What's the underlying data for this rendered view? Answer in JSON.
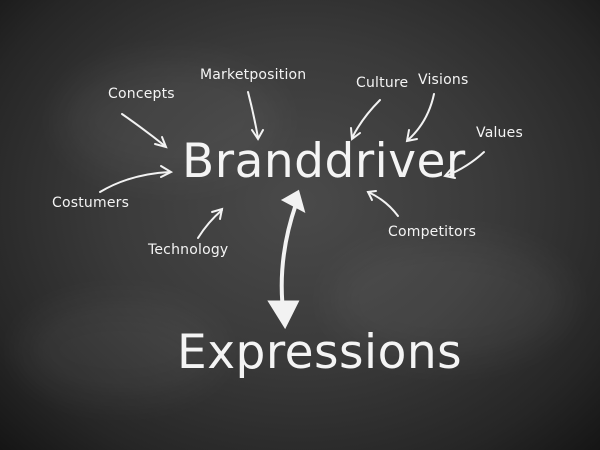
{
  "main_node": "Branddriver",
  "bottom_node": "Expressions",
  "inputs": {
    "concepts": "Concepts",
    "marketposition": "Marketposition",
    "culture": "Culture",
    "visions": "Visions",
    "values": "Values",
    "costumers": "Costumers",
    "technology": "Technology",
    "competitors": "Competitors"
  }
}
